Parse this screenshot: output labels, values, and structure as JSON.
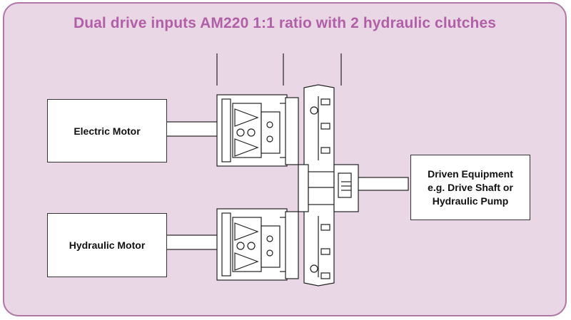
{
  "title": "Dual drive inputs AM220 1:1 ratio with 2 hydraulic clutches",
  "boxes": {
    "electric_motor": "Electric Motor",
    "hydraulic_motor": "Hydraulic Motor",
    "driven_line1": "Driven Equipment",
    "driven_line2": "e.g. Drive Shaft or",
    "driven_line3": "Hydraulic Pump"
  },
  "colors": {
    "panel_bg": "#ead7e6",
    "panel_border": "#b077a6",
    "title": "#b15fa6",
    "line": "#222222"
  }
}
